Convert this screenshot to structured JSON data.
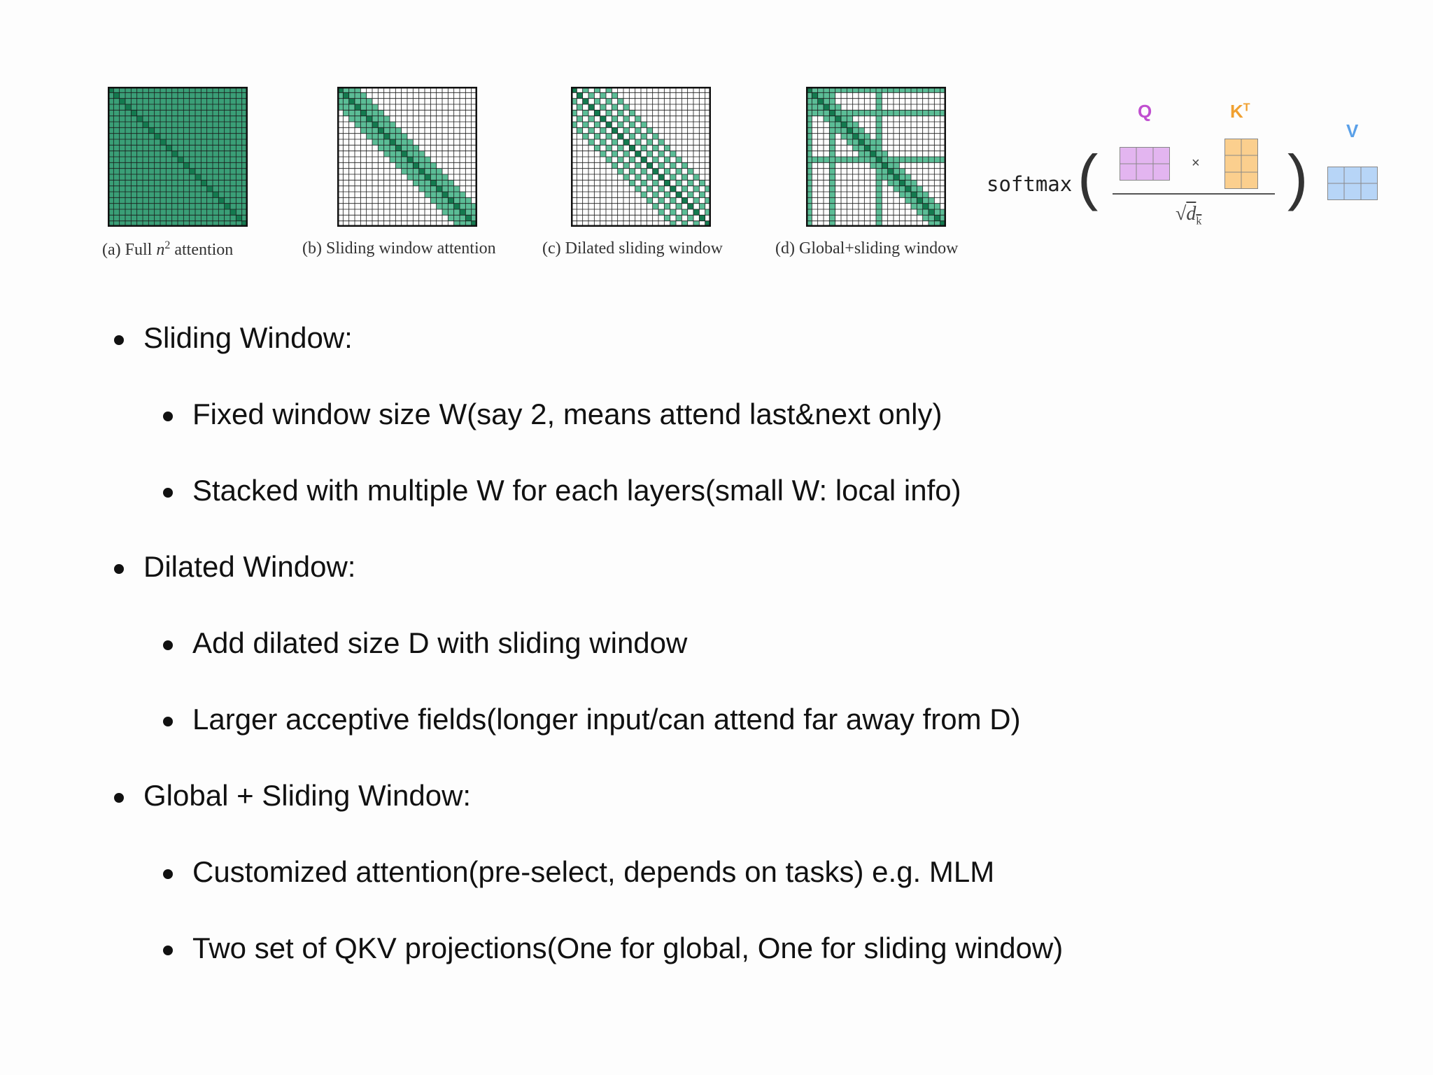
{
  "figure": {
    "panels": [
      {
        "id": "a",
        "caption_prefix": "(a) Full ",
        "caption_var": "n",
        "caption_sup": "2",
        "caption_suffix": " attention"
      },
      {
        "id": "b",
        "caption": "(b) Sliding window attention"
      },
      {
        "id": "c",
        "caption": "(c) Dilated sliding window"
      },
      {
        "id": "d",
        "caption": "(d) Global+sliding window"
      }
    ],
    "colors": {
      "dark": "#137a4f",
      "light": "#5bbd96",
      "fill": "#3a9f77",
      "grid": "#1a1a1a"
    }
  },
  "formula": {
    "softmax": "softmax",
    "q": "Q",
    "k": "K",
    "k_sup": "T",
    "v": "V",
    "times": "×",
    "sqrt_var": "d",
    "sqrt_sub": "k",
    "colors": {
      "q": "#e3b5f0",
      "k": "#fbcf8e",
      "v": "#b7d5f7"
    }
  },
  "bullets": [
    {
      "level": 1,
      "text": "Sliding Window:"
    },
    {
      "level": 2,
      "text": "Fixed window size W(say 2, means attend last&next only)"
    },
    {
      "level": 2,
      "text": "Stacked with multiple W for each layers(small W: local info)"
    },
    {
      "level": 1,
      "text": "Dilated Window:"
    },
    {
      "level": 2,
      "text": "Add dilated size D with sliding window"
    },
    {
      "level": 2,
      "text": "Larger acceptive fields(longer input/can attend far away from D)"
    },
    {
      "level": 1,
      "text": "Global + Sliding Window:"
    },
    {
      "level": 2,
      "text": "Customized attention(pre-select, depends on tasks) e.g. MLM"
    },
    {
      "level": 2,
      "text": "Two set of QKV projections(One for global, One for sliding window)"
    }
  ]
}
